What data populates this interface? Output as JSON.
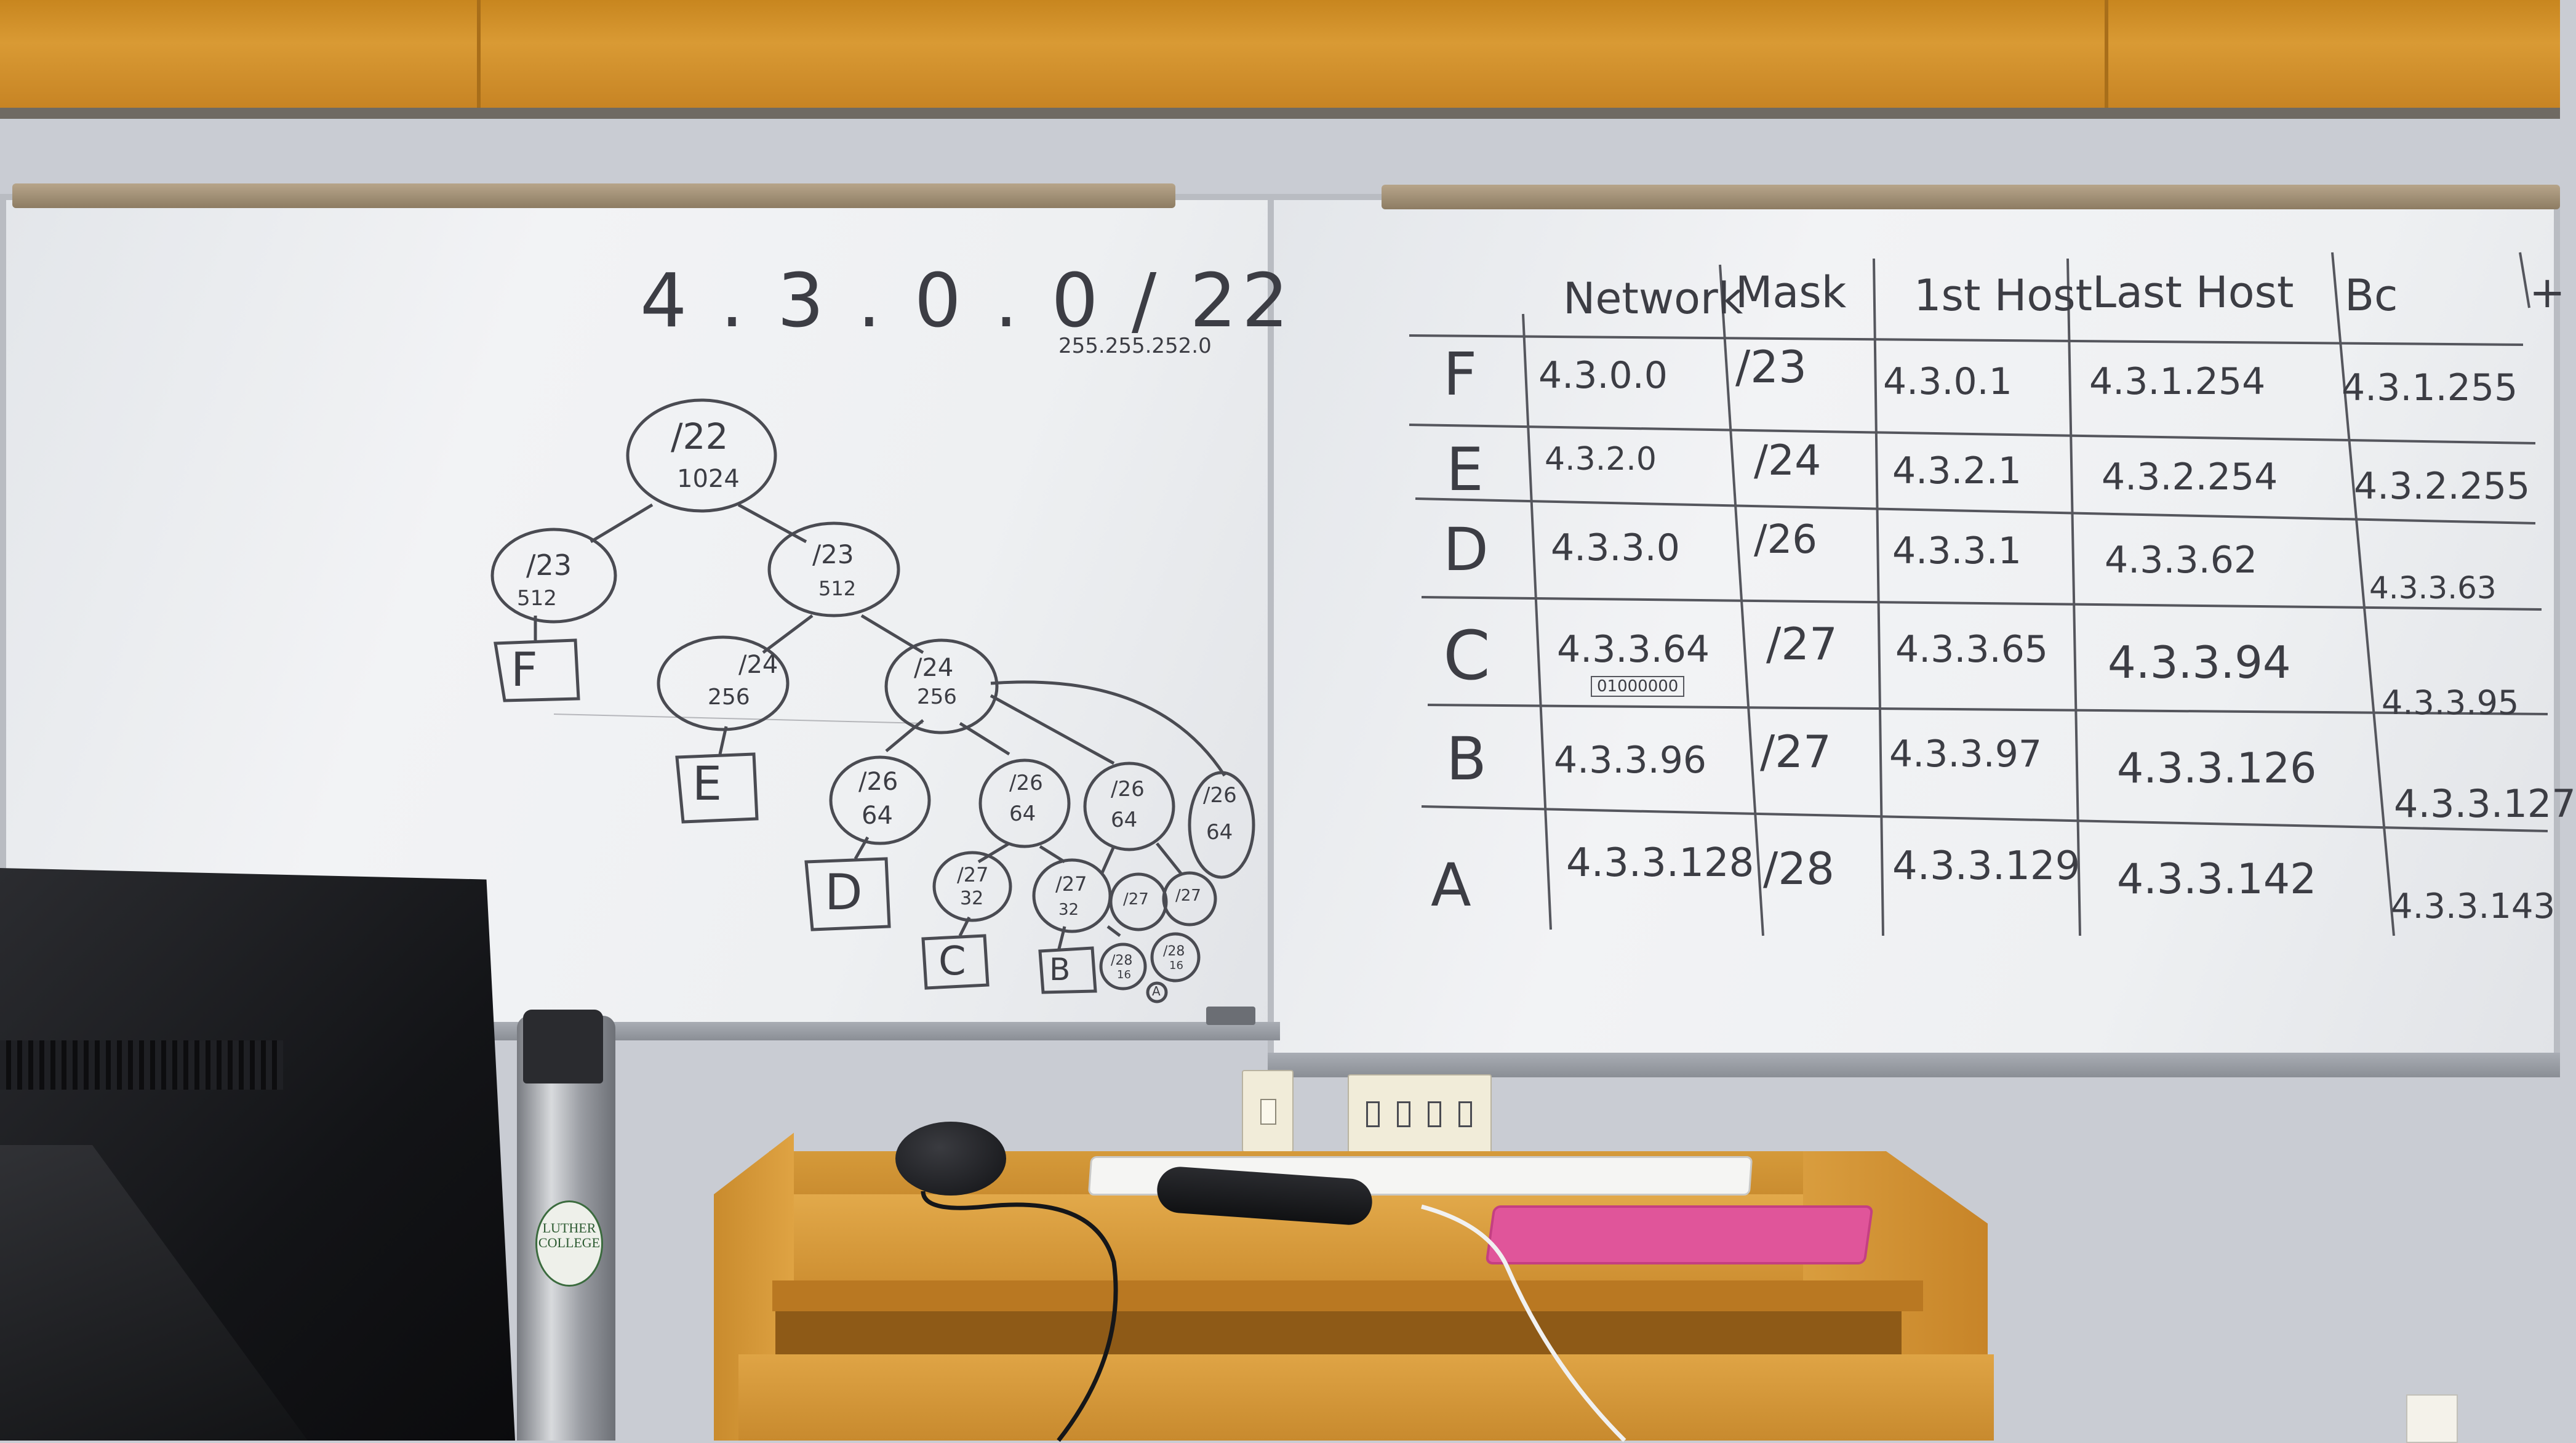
{
  "scene": {
    "colors": {
      "wall": "#c9ccd3",
      "wood": "#d08f2a",
      "whiteboard": "#eef0f2",
      "marker": "#3c3d44",
      "phone_case": "#e0559a",
      "monitor": "#1b1c1f"
    }
  },
  "left_board": {
    "title": "4 . 3 . 0 . 0  / 22",
    "subnet_mask_note": "255.255.252.0",
    "tree": {
      "root": {
        "prefix": "/22",
        "size": "1024"
      },
      "level1": [
        {
          "prefix": "/23",
          "size": "512",
          "label": "F"
        },
        {
          "prefix": "/23",
          "size": "512"
        }
      ],
      "level2": [
        {
          "prefix": "/24",
          "size": "256",
          "label": "E"
        },
        {
          "prefix": "/24",
          "size": "256"
        }
      ],
      "level3": [
        {
          "prefix": "/26",
          "size": "64",
          "label": "D"
        },
        {
          "prefix": "/26",
          "size": "64"
        },
        {
          "prefix": "/26",
          "size": "64"
        },
        {
          "prefix": "/26",
          "size": "64"
        }
      ],
      "level4": [
        {
          "prefix": "/27",
          "size": "32",
          "label": "C"
        },
        {
          "prefix": "/27",
          "size": "32",
          "label": "B"
        },
        {
          "prefix": "/27",
          "size": ""
        },
        {
          "prefix": "/27",
          "size": ""
        }
      ],
      "level5": [
        {
          "prefix": "/28",
          "size": "16"
        },
        {
          "prefix": "/28",
          "size": "16"
        }
      ],
      "leaf_label": "A"
    }
  },
  "right_board": {
    "headers": [
      "Network",
      "Mask",
      "1st Host",
      "Last Host",
      "Bc",
      "+"
    ],
    "rows": [
      {
        "label": "F",
        "network": "4.3.0.0",
        "mask": "/23",
        "first": "4.3.0.1",
        "last": "4.3.1.254",
        "bc": "4.3.1.255"
      },
      {
        "label": "E",
        "network": "4.3.2.0",
        "mask": "/24",
        "first": "4.3.2.1",
        "last": "4.3.2.254",
        "bc": "4.3.2.255"
      },
      {
        "label": "D",
        "network": "4.3.3.0",
        "mask": "/26",
        "first": "4.3.3.1",
        "last": "4.3.3.62",
        "bc": "4.3.3.63"
      },
      {
        "label": "C",
        "network": "4.3.3.64",
        "mask": "/27",
        "first": "4.3.3.65",
        "last": "4.3.3.94",
        "bc": "4.3.3.95",
        "note": "01000000"
      },
      {
        "label": "B",
        "network": "4.3.3.96",
        "mask": "/27",
        "first": "4.3.3.97",
        "last": "4.3.3.126",
        "bc": "4.3.3.127"
      },
      {
        "label": "A",
        "network": "4.3.3.128",
        "mask": "/28",
        "first": "4.3.3.129",
        "last": "4.3.3.142",
        "bc": "4.3.3.143"
      }
    ]
  },
  "bottle": {
    "logo_text": "LUTHER COLLEGE"
  }
}
